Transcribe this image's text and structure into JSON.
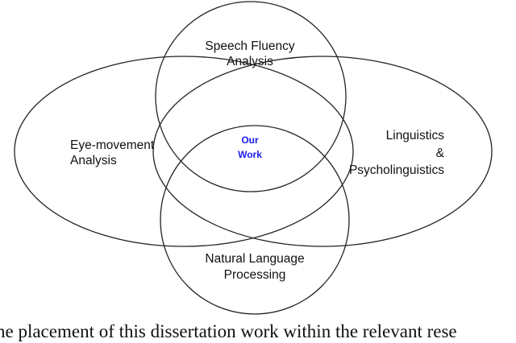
{
  "diagram": {
    "sets": {
      "speech": {
        "line1": "Speech Fluency",
        "line2": "Analysis"
      },
      "eye": {
        "line1": "Eye-movement",
        "line2": "Analysis"
      },
      "ling": {
        "line1": "Linguistics",
        "line2": "&",
        "line3": "Psycholinguistics"
      },
      "nlp": {
        "line1": "Natural Language",
        "line2": "Processing"
      }
    },
    "center": {
      "line1": "Our",
      "line2": "Work"
    },
    "colors": {
      "outline": "#222222",
      "center_text": "#1a1aee"
    }
  },
  "caption": "he placement of this dissertation work within the relevant rese"
}
